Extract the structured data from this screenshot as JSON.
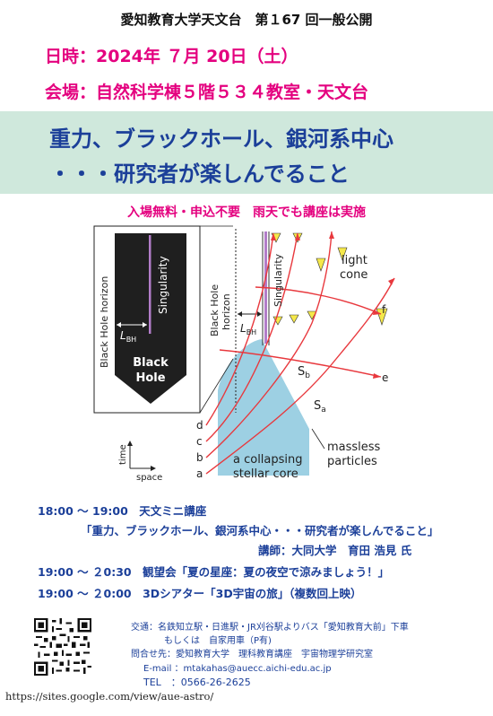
{
  "header": {
    "title": "愛知教育大学天文台　第１67 回一般公開",
    "date": "日時：2024年 ７月 20日（土）",
    "venue": "会場：自然科学棟５階５３４教室・天文台"
  },
  "banner": {
    "line1": "重力、ブラックホール、銀河系中心",
    "line2": "・・・研究者が楽しんでること"
  },
  "notice": "入場無料・申込不要　雨天でも講座は実施",
  "diagram": {
    "inset": {
      "horizon": "Black Hole horizon",
      "singularity": "Singularity",
      "lbh_main": "L",
      "lbh_sub": "BH",
      "black": "Black",
      "hole": "Hole"
    },
    "main": {
      "horizon1": "Black Hole",
      "horizon2": "horizon",
      "singularity": "Singularity",
      "lbh_main": "L",
      "lbh_sub": "BH",
      "light1": "light",
      "light2": "cone",
      "f": "f",
      "e": "e",
      "sb_main": "S",
      "sb_sub": "b",
      "sa_main": "S",
      "sa_sub": "a",
      "d": "d",
      "c": "c",
      "b": "b",
      "a": "a",
      "massless1": "massless",
      "massless2": "particles",
      "core1": "a collapsing",
      "core2": "stellar core",
      "time": "time",
      "space": "space"
    },
    "colors": {
      "core": "#9dd0e3",
      "cone": "#f5e84a",
      "line": "#e8383d",
      "singularity": "#b27cc8",
      "inset": "#1f1f1f"
    }
  },
  "schedule": [
    {
      "text": "18:00 ～ 19:00　天文ミニ講座"
    },
    {
      "text": "「重力、ブラックホール、銀河系中心・・・研究者が楽しんでること」"
    },
    {
      "text": "講師：大同大学　育田 浩見 氏"
    },
    {
      "text": "19:00 ～ ２0:30　観望会「夏の星座：夏の夜空で涼みましょう！」"
    },
    {
      "text": "19:00 ～ ２0:00　3Dシアター「3D宇宙の旅」（複数回上映）"
    }
  ],
  "contact": {
    "access1": "交通：名鉄知立駅・日進駅・JR刈谷駅よりバス「愛知教育大前」下車",
    "access2": "もしくは　自家用車（P有)",
    "inquiry": "問合せ先：愛知教育大学　理科教育講座　宇宙物理学研究室",
    "email": "E-mail ：mtakahas@auecc.aichi-edu.ac.jp",
    "tel": "TEL　：0566-26-2625",
    "url": "https://sites.google.com/view/aue-astro/"
  }
}
